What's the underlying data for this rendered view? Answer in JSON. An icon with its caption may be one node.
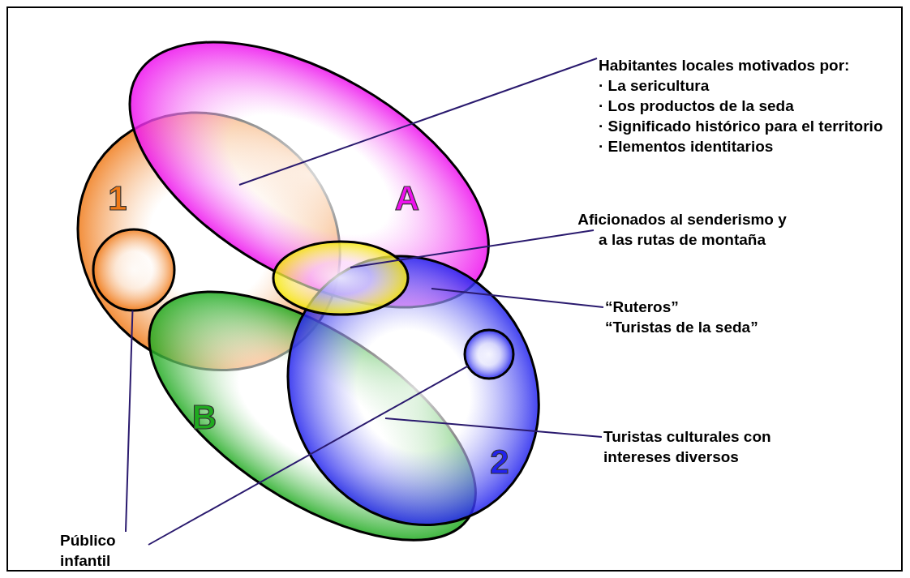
{
  "diagram": {
    "nodes": [
      {
        "text": [
          "1"
        ]
      },
      {
        "text": [
          "A"
        ]
      },
      {
        "text": [],
        "shape": "circle",
        "in": 0
      },
      {
        "text": [],
        "shape": "ellipse"
      },
      {
        "text": [
          "B"
        ]
      },
      {
        "text": [
          "2"
        ]
      },
      {
        "text": [],
        "shape": "circle",
        "in": 5
      },
      {
        "text": [
          "Habitantes locales motivados por:",
          "· La sericultura",
          "· Los productos de la seda",
          "· Significado histórico para el territorio",
          "· Elementos identitarios"
        ]
      },
      {
        "text": [
          "Aficionados al senderismo y a las rutas de montaña"
        ]
      },
      {
        "text": [
          "“Ruteros”",
          "“Turistas de la seda”"
        ]
      },
      {
        "text": [
          "Turistas culturales con intereses diversos"
        ]
      },
      {
        "text": [
          "Público infantil"
        ]
      }
    ],
    "edges": [
      {
        "from": 7,
        "to": 1,
        "arrow": "none"
      },
      {
        "from": 8,
        "to": 3,
        "arrow": "none"
      },
      {
        "from": 9,
        "to": 1,
        "arrow": "none"
      },
      {
        "from": 10,
        "to": 4,
        "arrow": "none"
      },
      {
        "from": 11,
        "to": 2,
        "arrow": "none"
      },
      {
        "from": 11,
        "to": 6,
        "arrow": "none"
      }
    ]
  }
}
